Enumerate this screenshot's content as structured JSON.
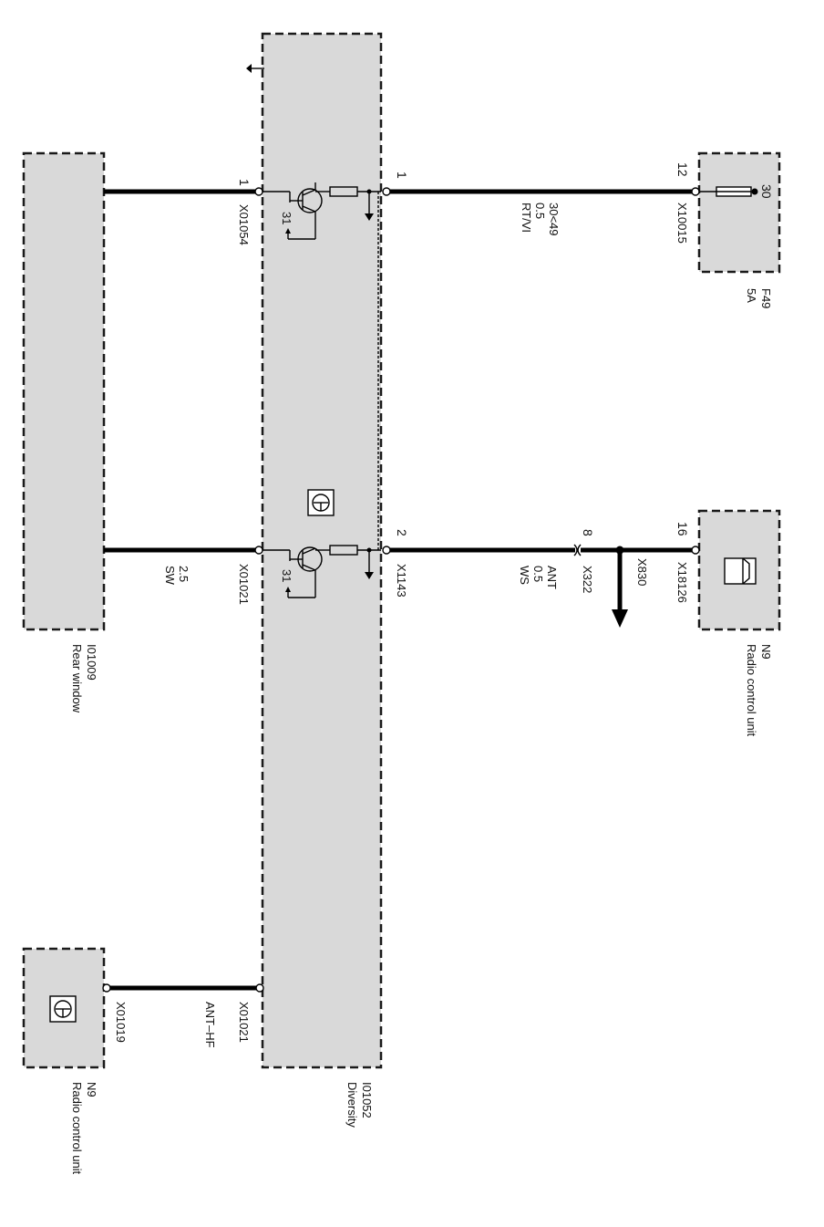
{
  "components": {
    "diversity": {
      "code": "I01052",
      "name": "Diversity"
    },
    "rear_window": {
      "code": "I01009",
      "name": "Rear window"
    },
    "radio_upper": {
      "code": "N9",
      "name": "Radio control unit",
      "connector": "X18126",
      "pin": "16"
    },
    "radio_lower": {
      "code": "N9",
      "name": "Radio control unit",
      "connector": "X01019"
    },
    "fuse": {
      "code": "F49",
      "rating": "5A",
      "connector": "X10015",
      "pin": "12",
      "terminal": "30"
    }
  },
  "connectors": {
    "x01054": {
      "name": "X01054",
      "pin": "1"
    },
    "x01021_top": {
      "name": "X01021"
    },
    "x01021_bottom": {
      "name": "X01021"
    },
    "out1_pin": "1",
    "x1143": {
      "name": "X1143",
      "pin": "2"
    },
    "x322": {
      "name": "X322",
      "pin": "8"
    },
    "x830": {
      "name": "X830"
    }
  },
  "wires": {
    "w1": {
      "l1": "30<49",
      "l2": "0.5",
      "l3": "RT/VI"
    },
    "w2": {
      "l1": "ANT",
      "l2": "0.5",
      "l3": "WS"
    },
    "w3": {
      "l1": "2.5",
      "l2": "SW"
    },
    "w4": {
      "l1": "ANT–HF"
    }
  },
  "ground_label": "31"
}
